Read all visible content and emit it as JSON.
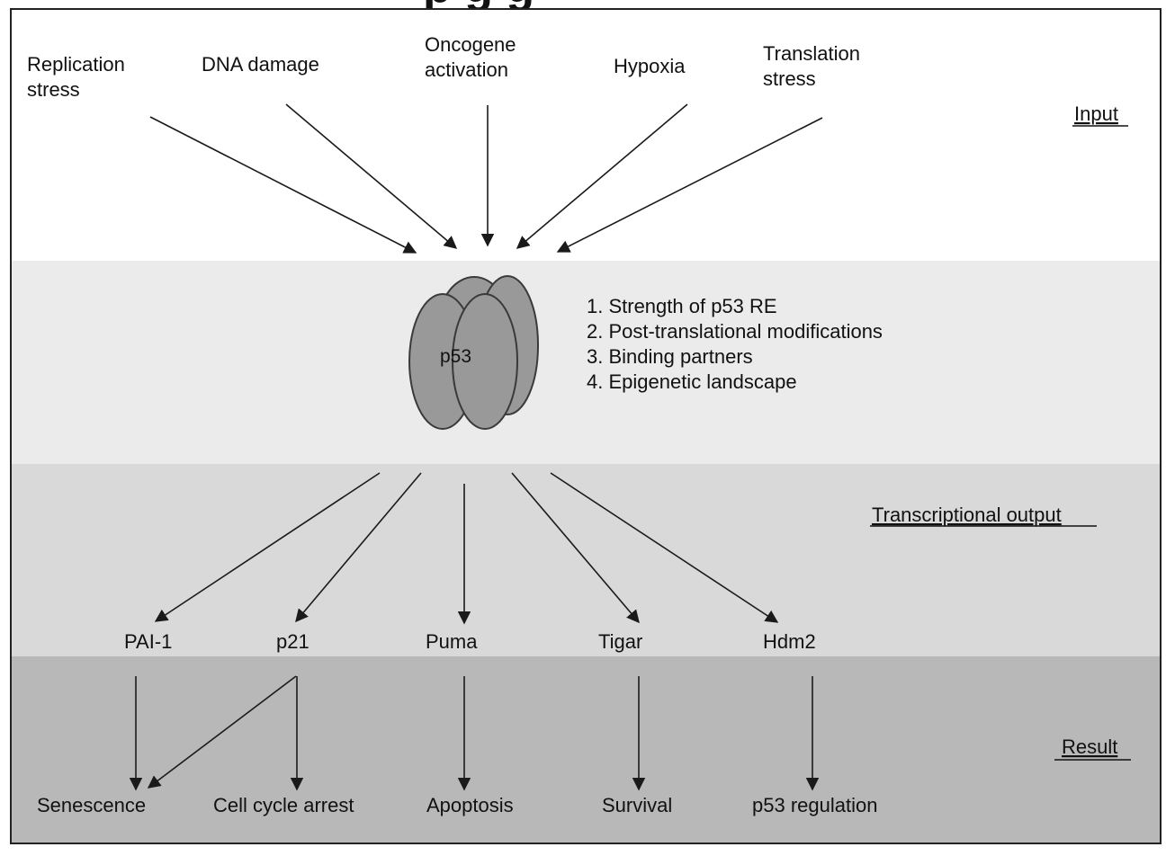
{
  "header": {
    "title_fragment": "p   g   g"
  },
  "inputs": [
    "Replication stress",
    "DNA damage",
    "Oncogene activation",
    "Hypoxia",
    "Translation stress"
  ],
  "input_lines": {
    "replication": [
      "Replication",
      "stress"
    ],
    "dna": [
      "DNA damage"
    ],
    "oncogene": [
      "Oncogene",
      "activation"
    ],
    "hypoxia": [
      "Hypoxia"
    ],
    "translation": [
      "Translation",
      "stress"
    ]
  },
  "sections": {
    "input": "Input",
    "transcriptional_output": "Transcriptional output",
    "result": "Result"
  },
  "p53": {
    "label": "p53",
    "factors": [
      "1. Strength of p53 RE",
      "2. Post-translational modifications",
      "3. Binding partners",
      "4. Epigenetic landscape"
    ]
  },
  "genes": [
    "PAI-1",
    "p21",
    "Puma",
    "Tigar",
    "Hdm2"
  ],
  "results": [
    "Senescence",
    "Cell cycle arrest",
    "Apoptosis",
    "Survival",
    "p53 regulation"
  ],
  "colors": {
    "band_input": "#ffffff",
    "band_p53": "#ebebeb",
    "band_output": "#d9d9d9",
    "band_result": "#b8b8b8",
    "protein_fill": "#999999",
    "protein_stroke": "#3a3a3a",
    "protein_label": "#f2f2f2"
  }
}
